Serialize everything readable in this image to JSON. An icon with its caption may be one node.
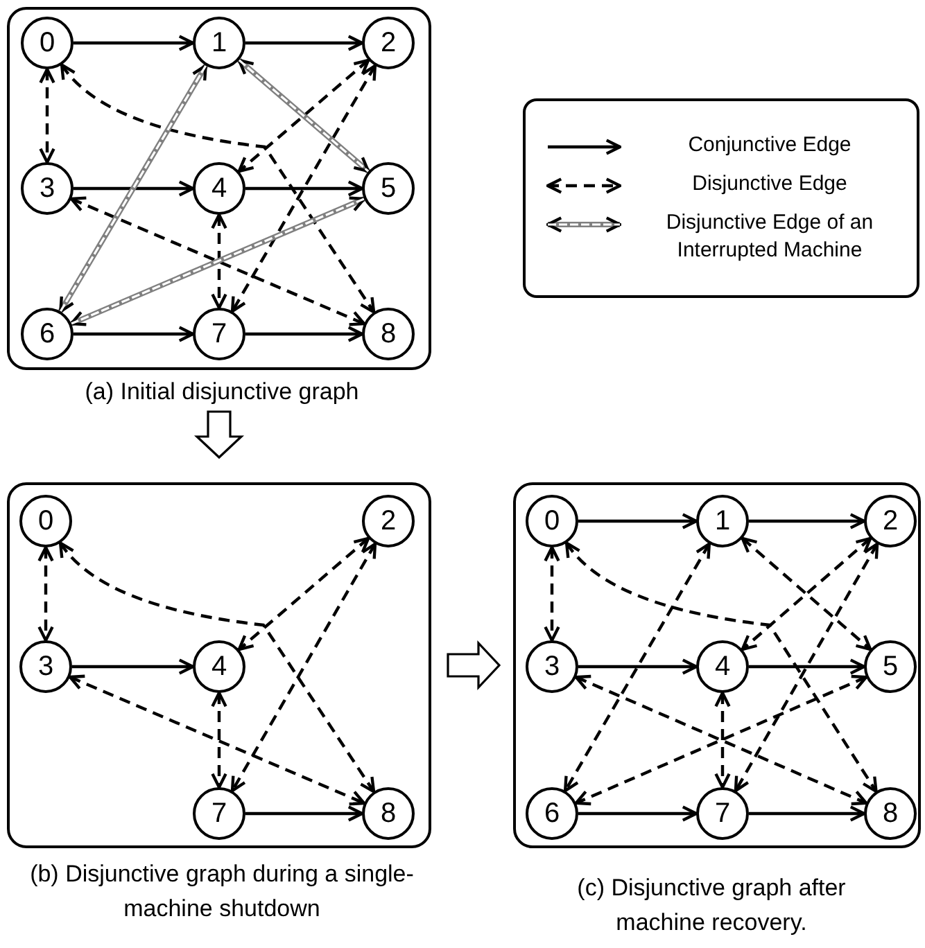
{
  "diagram": {
    "nodes": [
      {
        "text": [],
        "shape": "box",
        "beside": [
          "(a) Initial disjunctive graph"
        ]
      },
      {
        "text": [
          "0"
        ],
        "in": 0
      },
      {
        "text": [
          "1"
        ],
        "in": 0
      },
      {
        "text": [
          "2"
        ],
        "in": 0
      },
      {
        "text": [
          "3"
        ],
        "in": 0
      },
      {
        "text": [
          "4"
        ],
        "in": 0
      },
      {
        "text": [
          "5"
        ],
        "in": 0
      },
      {
        "text": [
          "6"
        ],
        "in": 0
      },
      {
        "text": [
          "7"
        ],
        "in": 0
      },
      {
        "text": [
          "8"
        ],
        "in": 0
      },
      {
        "text": [],
        "shape": "box",
        "beside": [
          "(b) Disjunctive graph during a single-machine shutdown"
        ]
      },
      {
        "text": [
          "0"
        ],
        "in": 10
      },
      {
        "text": [
          "2"
        ],
        "in": 10
      },
      {
        "text": [
          "3"
        ],
        "in": 10
      },
      {
        "text": [
          "4"
        ],
        "in": 10
      },
      {
        "text": [
          "7"
        ],
        "in": 10
      },
      {
        "text": [
          "8"
        ],
        "in": 10
      },
      {
        "text": [],
        "shape": "box",
        "beside": [
          "(c) Disjunctive graph after machine recovery."
        ]
      },
      {
        "text": [
          "0"
        ],
        "in": 17
      },
      {
        "text": [
          "1"
        ],
        "in": 17
      },
      {
        "text": [
          "2"
        ],
        "in": 17
      },
      {
        "text": [
          "3"
        ],
        "in": 17
      },
      {
        "text": [
          "4"
        ],
        "in": 17
      },
      {
        "text": [
          "5"
        ],
        "in": 17
      },
      {
        "text": [
          "6"
        ],
        "in": 17
      },
      {
        "text": [
          "7"
        ],
        "in": 17
      },
      {
        "text": [
          "8"
        ],
        "in": 17
      }
    ],
    "edges": [
      {
        "from": 1,
        "to": 2,
        "arrow": "to"
      },
      {
        "from": 2,
        "to": 3,
        "arrow": "to"
      },
      {
        "from": 4,
        "to": 5,
        "arrow": "to"
      },
      {
        "from": 5,
        "to": 6,
        "arrow": "to"
      },
      {
        "from": 7,
        "to": 8,
        "arrow": "to"
      },
      {
        "from": 8,
        "to": 9,
        "arrow": "to"
      },
      {
        "from": 1,
        "to": 4,
        "arrow": "both",
        "style": "dashed"
      },
      {
        "from": 1,
        "to": 9,
        "arrow": "both",
        "style": "dashed"
      },
      {
        "from": 3,
        "to": 5,
        "arrow": "both",
        "style": "dashed"
      },
      {
        "from": 3,
        "to": 8,
        "arrow": "both",
        "style": "dashed"
      },
      {
        "from": 4,
        "to": 9,
        "arrow": "both",
        "style": "dashed"
      },
      {
        "from": 5,
        "to": 8,
        "arrow": "both",
        "style": "dashed"
      },
      {
        "from": 2,
        "to": 7,
        "arrow": "both",
        "style": "thick",
        "color": "#808080"
      },
      {
        "from": 2,
        "to": 6,
        "arrow": "both",
        "style": "thick",
        "color": "#808080"
      },
      {
        "from": 6,
        "to": 7,
        "arrow": "both",
        "style": "thick",
        "color": "#808080"
      },
      {
        "from": 0,
        "to": 10,
        "arrow": "to",
        "style": "thick"
      },
      {
        "from": 13,
        "to": 14,
        "arrow": "to"
      },
      {
        "from": 15,
        "to": 16,
        "arrow": "to"
      },
      {
        "from": 11,
        "to": 13,
        "arrow": "both",
        "style": "dashed"
      },
      {
        "from": 11,
        "to": 16,
        "arrow": "both",
        "style": "dashed"
      },
      {
        "from": 12,
        "to": 14,
        "arrow": "both",
        "style": "dashed"
      },
      {
        "from": 12,
        "to": 15,
        "arrow": "both",
        "style": "dashed"
      },
      {
        "from": 13,
        "to": 16,
        "arrow": "both",
        "style": "dashed"
      },
      {
        "from": 14,
        "to": 15,
        "arrow": "both",
        "style": "dashed"
      },
      {
        "from": 10,
        "to": 17,
        "arrow": "to",
        "style": "thick"
      },
      {
        "from": 18,
        "to": 19,
        "arrow": "to"
      },
      {
        "from": 19,
        "to": 20,
        "arrow": "to"
      },
      {
        "from": 21,
        "to": 22,
        "arrow": "to"
      },
      {
        "from": 22,
        "to": 23,
        "arrow": "to"
      },
      {
        "from": 24,
        "to": 25,
        "arrow": "to"
      },
      {
        "from": 25,
        "to": 26,
        "arrow": "to"
      },
      {
        "from": 18,
        "to": 21,
        "arrow": "both",
        "style": "dashed"
      },
      {
        "from": 18,
        "to": 26,
        "arrow": "both",
        "style": "dashed"
      },
      {
        "from": 20,
        "to": 22,
        "arrow": "both",
        "style": "dashed"
      },
      {
        "from": 20,
        "to": 25,
        "arrow": "both",
        "style": "dashed"
      },
      {
        "from": 21,
        "to": 26,
        "arrow": "both",
        "style": "dashed"
      },
      {
        "from": 22,
        "to": 25,
        "arrow": "both",
        "style": "dashed"
      },
      {
        "from": 19,
        "to": 24,
        "arrow": "both",
        "style": "dashed"
      },
      {
        "from": 19,
        "to": 23,
        "arrow": "both",
        "style": "dashed"
      },
      {
        "from": 23,
        "to": 24,
        "arrow": "both",
        "style": "dashed"
      }
    ],
    "legend": [
      {
        "text": "Conjunctive Edge"
      },
      {
        "text": "Disjunctive Edge"
      },
      {
        "text": "Disjunctive Edge of an Interrupted Machine"
      }
    ]
  }
}
